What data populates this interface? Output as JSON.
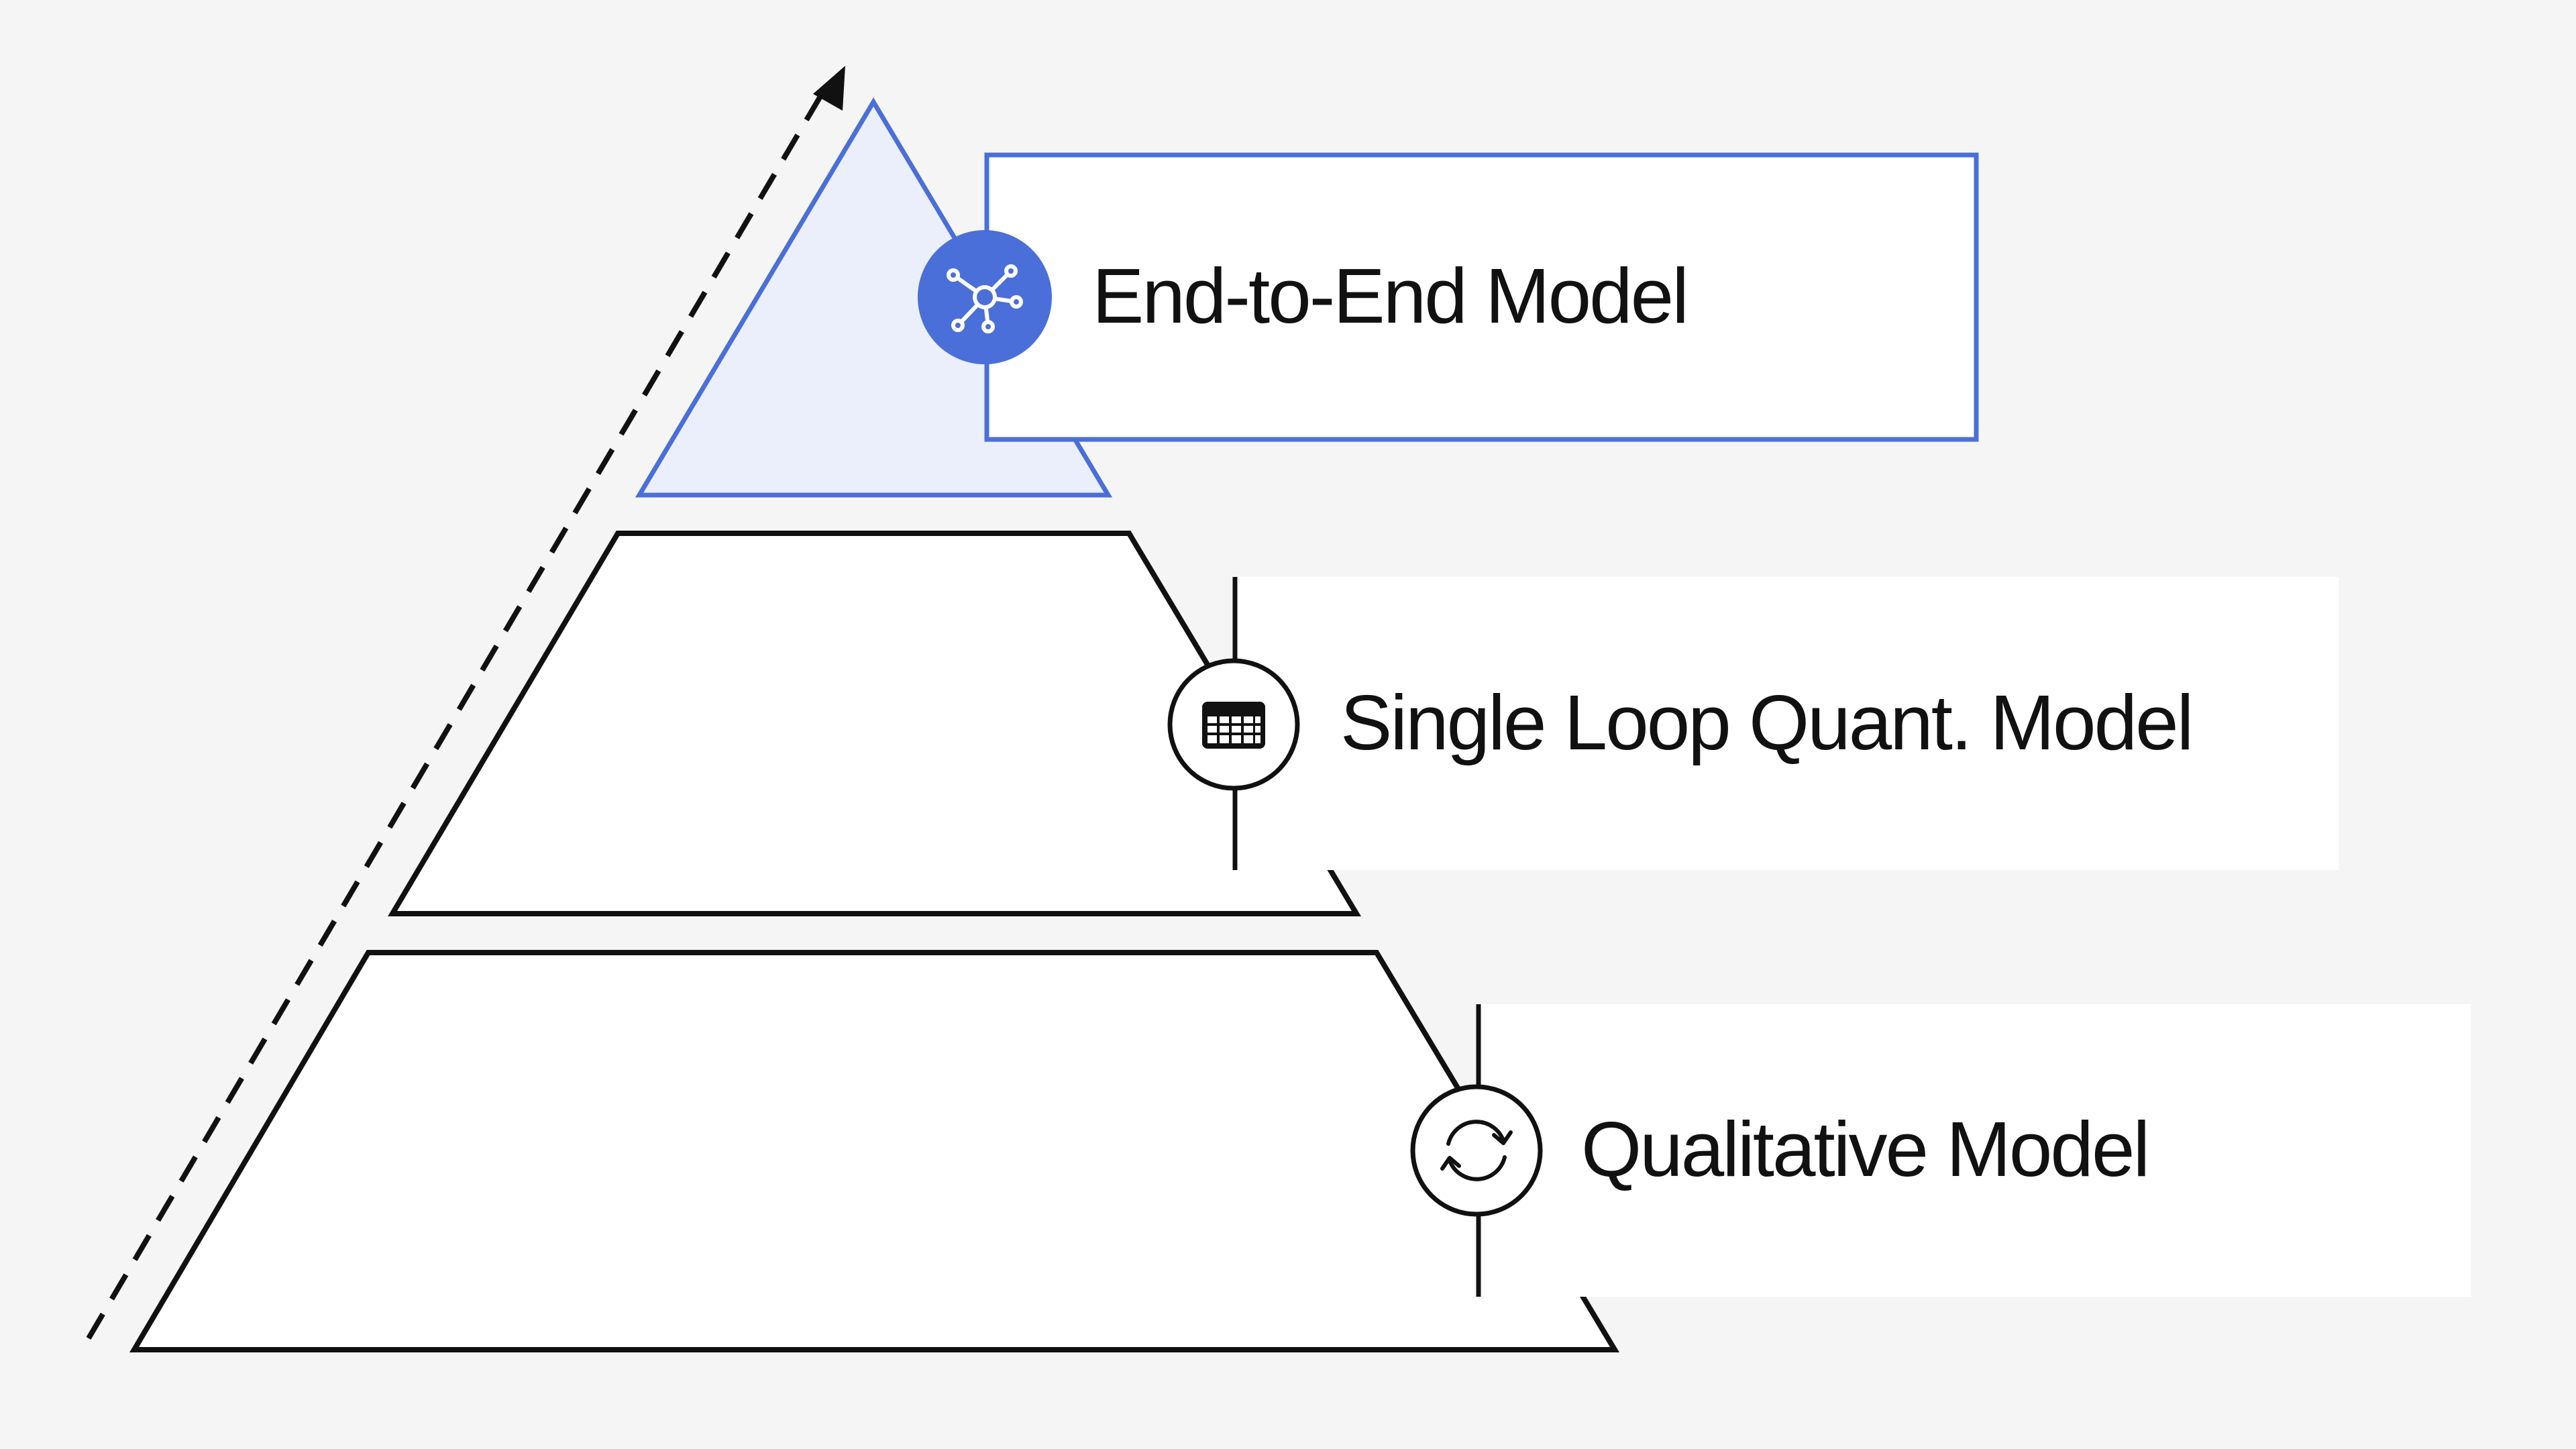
{
  "levels": [
    {
      "label": "End-to-End Model",
      "icon": "network-icon",
      "highlighted": true
    },
    {
      "label": "Single Loop Quant. Model",
      "icon": "table-icon",
      "highlighted": false
    },
    {
      "label": "Qualitative Model",
      "icon": "refresh-icon",
      "highlighted": false
    }
  ],
  "colors": {
    "background": "#f5f5f5",
    "accent": "#4a6fd8",
    "accent_fill": "#ebeffc",
    "outline": "#111111",
    "card": "#ffffff"
  }
}
